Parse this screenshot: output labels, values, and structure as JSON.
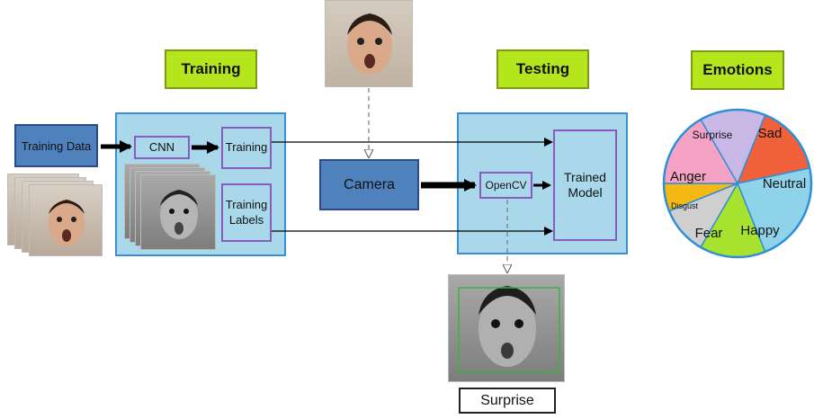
{
  "headers": {
    "training": "Training",
    "testing": "Testing",
    "emotions": "Emotions"
  },
  "training_panel": {
    "training_data": "Training Data",
    "cnn": "CNN",
    "training": "Training",
    "training_labels": "Training Labels"
  },
  "camera": "Camera",
  "testing_panel": {
    "opencv": "OpenCV",
    "trained_model": "Trained Model"
  },
  "result_label": "Surprise",
  "emotions_pie": {
    "slices": [
      {
        "label": "Surprise",
        "color": "#c9b8e6"
      },
      {
        "label": "Sad",
        "color": "#f0603a"
      },
      {
        "label": "Neutral",
        "color": "#8fd3ea"
      },
      {
        "label": "Happy",
        "color": "#a6e22e"
      },
      {
        "label": "Fear",
        "color": "#cfcfcf"
      },
      {
        "label": "Disgust",
        "color": "#f5b915"
      },
      {
        "label": "Anger",
        "color": "#f4a3c4"
      }
    ]
  },
  "colors": {
    "header_bg": "#b5e61d",
    "panel_bg": "#a9d8ea",
    "panel_border": "#3a8fd1",
    "box_border": "#8a5bbf",
    "blue_box": "#4f81bd"
  }
}
